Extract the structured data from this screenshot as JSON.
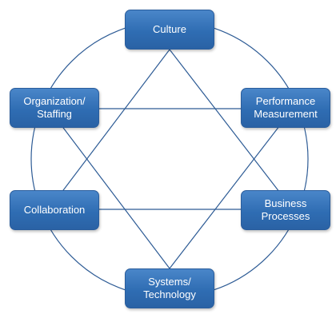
{
  "diagram": {
    "nodes": {
      "culture": "Culture",
      "organization": "Organization/\nStaffing",
      "performance": "Performance\nMeasurement",
      "collaboration": "Collaboration",
      "business": "Business\nProcesses",
      "systems": "Systems/\nTechnology"
    },
    "colors": {
      "node_fill": "#2f6db3",
      "line": "#2d5b95",
      "node_text": "#ffffff"
    }
  }
}
